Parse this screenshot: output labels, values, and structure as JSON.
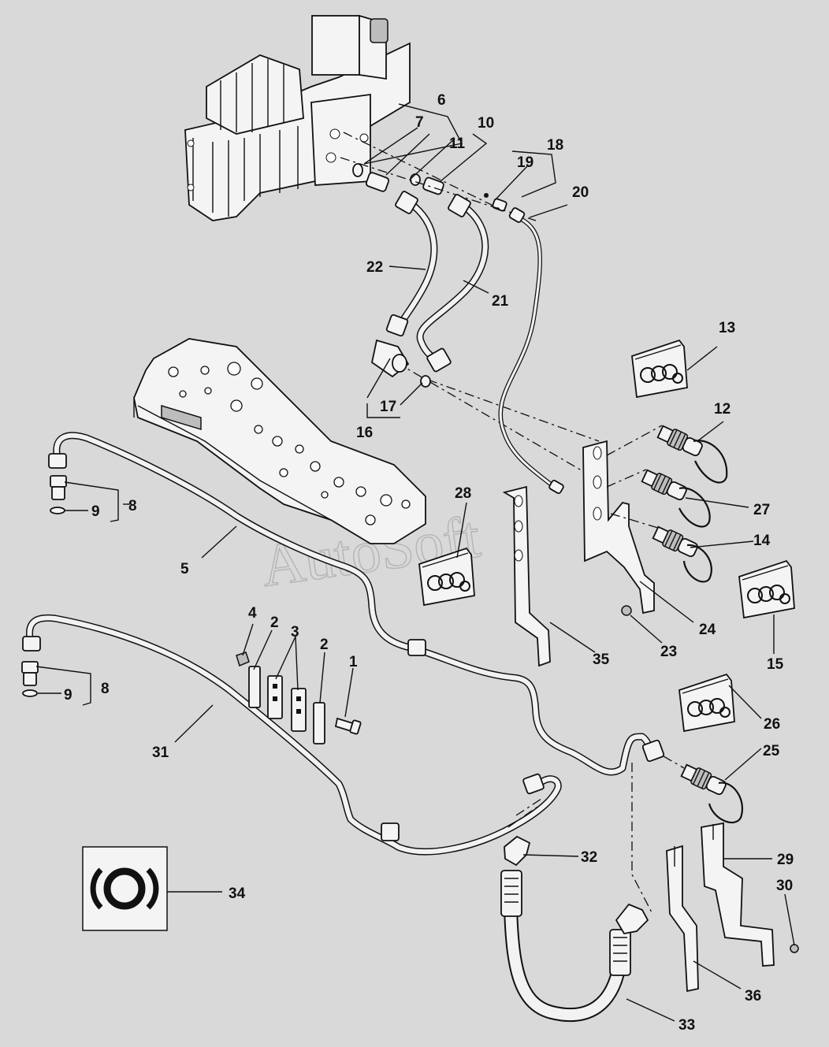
{
  "diagram": {
    "watermark": "AutoSoft",
    "symbol_icon": "brake-circle-icon",
    "callouts": [
      {
        "id": "1",
        "label": "1"
      },
      {
        "id": "2a",
        "label": "2"
      },
      {
        "id": "2b",
        "label": "2"
      },
      {
        "id": "3",
        "label": "3"
      },
      {
        "id": "4",
        "label": "4"
      },
      {
        "id": "5",
        "label": "5"
      },
      {
        "id": "6",
        "label": "6"
      },
      {
        "id": "7",
        "label": "7"
      },
      {
        "id": "8a",
        "label": "8"
      },
      {
        "id": "8b",
        "label": "8"
      },
      {
        "id": "9a",
        "label": "9"
      },
      {
        "id": "9b",
        "label": "9"
      },
      {
        "id": "10",
        "label": "10"
      },
      {
        "id": "11",
        "label": "11"
      },
      {
        "id": "12",
        "label": "12"
      },
      {
        "id": "13",
        "label": "13"
      },
      {
        "id": "14",
        "label": "14"
      },
      {
        "id": "15",
        "label": "15"
      },
      {
        "id": "16",
        "label": "16"
      },
      {
        "id": "17",
        "label": "17"
      },
      {
        "id": "18",
        "label": "18"
      },
      {
        "id": "19",
        "label": "19"
      },
      {
        "id": "20",
        "label": "20"
      },
      {
        "id": "21",
        "label": "21"
      },
      {
        "id": "22",
        "label": "22"
      },
      {
        "id": "23",
        "label": "23"
      },
      {
        "id": "24",
        "label": "24"
      },
      {
        "id": "25",
        "label": "25"
      },
      {
        "id": "26",
        "label": "26"
      },
      {
        "id": "27",
        "label": "27"
      },
      {
        "id": "28",
        "label": "28"
      },
      {
        "id": "29",
        "label": "29"
      },
      {
        "id": "30",
        "label": "30"
      },
      {
        "id": "31",
        "label": "31"
      },
      {
        "id": "32",
        "label": "32"
      },
      {
        "id": "33",
        "label": "33"
      },
      {
        "id": "34",
        "label": "34"
      },
      {
        "id": "35",
        "label": "35"
      },
      {
        "id": "36",
        "label": "36"
      }
    ]
  }
}
